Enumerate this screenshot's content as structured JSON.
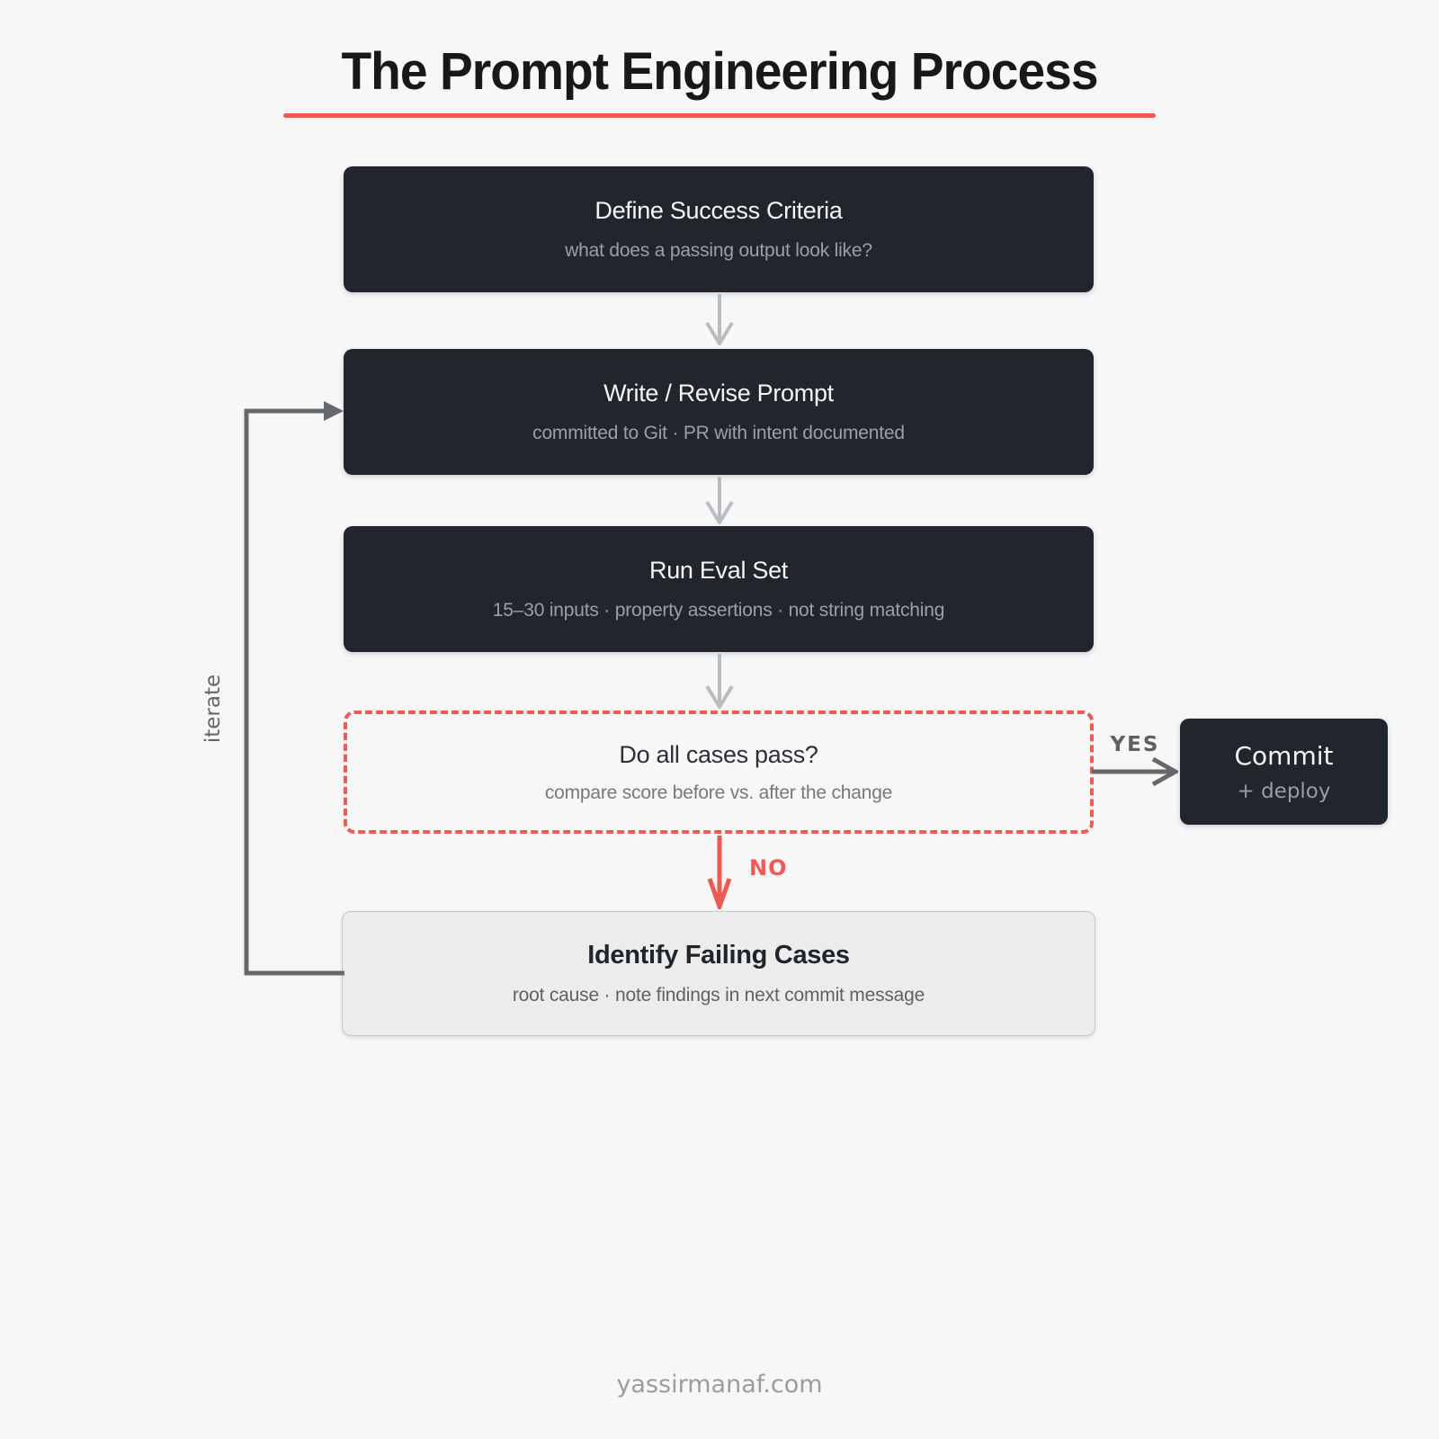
{
  "title": "The Prompt Engineering Process",
  "footer": "yassirmanaf.com",
  "colors": {
    "background": "#f7f7f8",
    "node_dark_bg": "#21262d",
    "node_light_bg": "#ececec",
    "accent_red": "#ee5b55",
    "arrow_gray_light": "#b9bdc1",
    "arrow_gray_dark": "#66696c",
    "title_text": "#16181a"
  },
  "nodes": {
    "define": {
      "title": "Define Success Criteria",
      "subtitle": "what does a passing output look like?"
    },
    "write": {
      "title": "Write / Revise Prompt",
      "subtitle": "committed to Git · PR with intent documented"
    },
    "run": {
      "title": "Run Eval Set",
      "subtitle": "15–30 inputs · property assertions · not string matching"
    },
    "decision": {
      "title": "Do all cases pass?",
      "subtitle": "compare score before vs. after the change"
    },
    "commit": {
      "title": "Commit",
      "subtitle": "+ deploy"
    },
    "identify": {
      "title": "Identify Failing Cases",
      "subtitle": "root cause · note findings in next commit message"
    }
  },
  "edges": {
    "yes_label": "YES",
    "no_label": "NO",
    "iterate_label": "iterate"
  }
}
